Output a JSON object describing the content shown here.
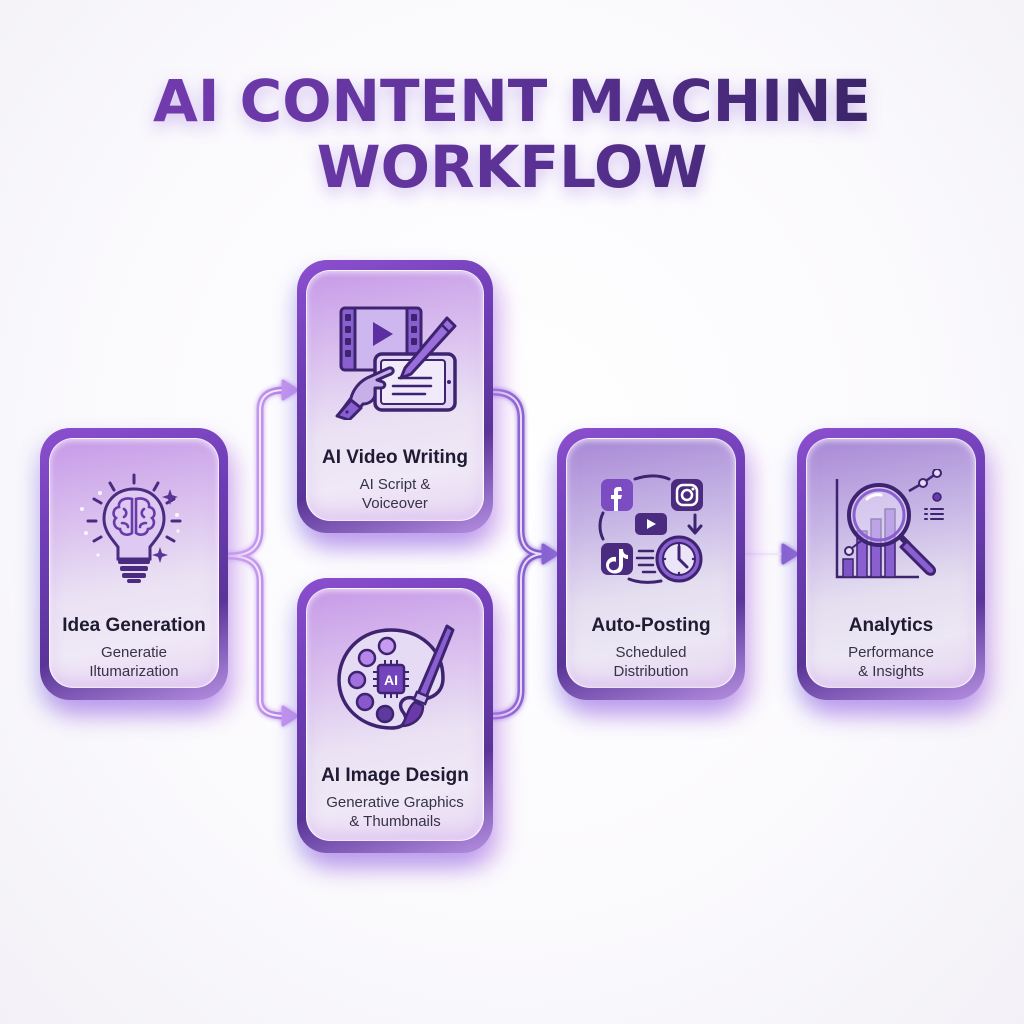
{
  "title": {
    "line1": "AI CONTENT MACHINE",
    "line2": "WORKFLOW"
  },
  "colors": {
    "accent": "#6e3db5",
    "accent_light": "#b98ae6",
    "text_dark": "#1f1b33",
    "connector": "#a97de0"
  },
  "steps": [
    {
      "id": "idea-generation",
      "title": "Idea Generation",
      "subtitle_line1": "Generatie",
      "subtitle_line2": "Iltumarization",
      "icon": "lightbulb-brain-icon"
    },
    {
      "id": "ai-video-writing",
      "title": "AI Video Writing",
      "subtitle_line1": "AI Script &",
      "subtitle_line2": "Voiceover",
      "icon": "video-script-robot-hand-icon"
    },
    {
      "id": "ai-image-design",
      "title": "AI Image Design",
      "subtitle_line1": "Generative Graphics",
      "subtitle_line2": "& Thumbnails",
      "icon": "palette-ai-chip-brush-icon"
    },
    {
      "id": "auto-posting",
      "title": "Auto-Posting",
      "subtitle_line1": "Scheduled",
      "subtitle_line2": "Distribution",
      "icon": "social-media-clock-icon"
    },
    {
      "id": "analytics",
      "title": "Analytics",
      "subtitle_line1": "Performance",
      "subtitle_line2": "& Insights",
      "icon": "magnifier-bar-chart-icon"
    }
  ],
  "flow": [
    {
      "from": "idea-generation",
      "to": "ai-video-writing"
    },
    {
      "from": "idea-generation",
      "to": "ai-image-design"
    },
    {
      "from": "ai-video-writing",
      "to": "auto-posting"
    },
    {
      "from": "ai-image-design",
      "to": "auto-posting"
    },
    {
      "from": "auto-posting",
      "to": "analytics"
    }
  ],
  "social_icons": [
    "facebook-icon",
    "instagram-icon",
    "youtube-icon",
    "tiktok-icon"
  ],
  "chip_label": "AI"
}
